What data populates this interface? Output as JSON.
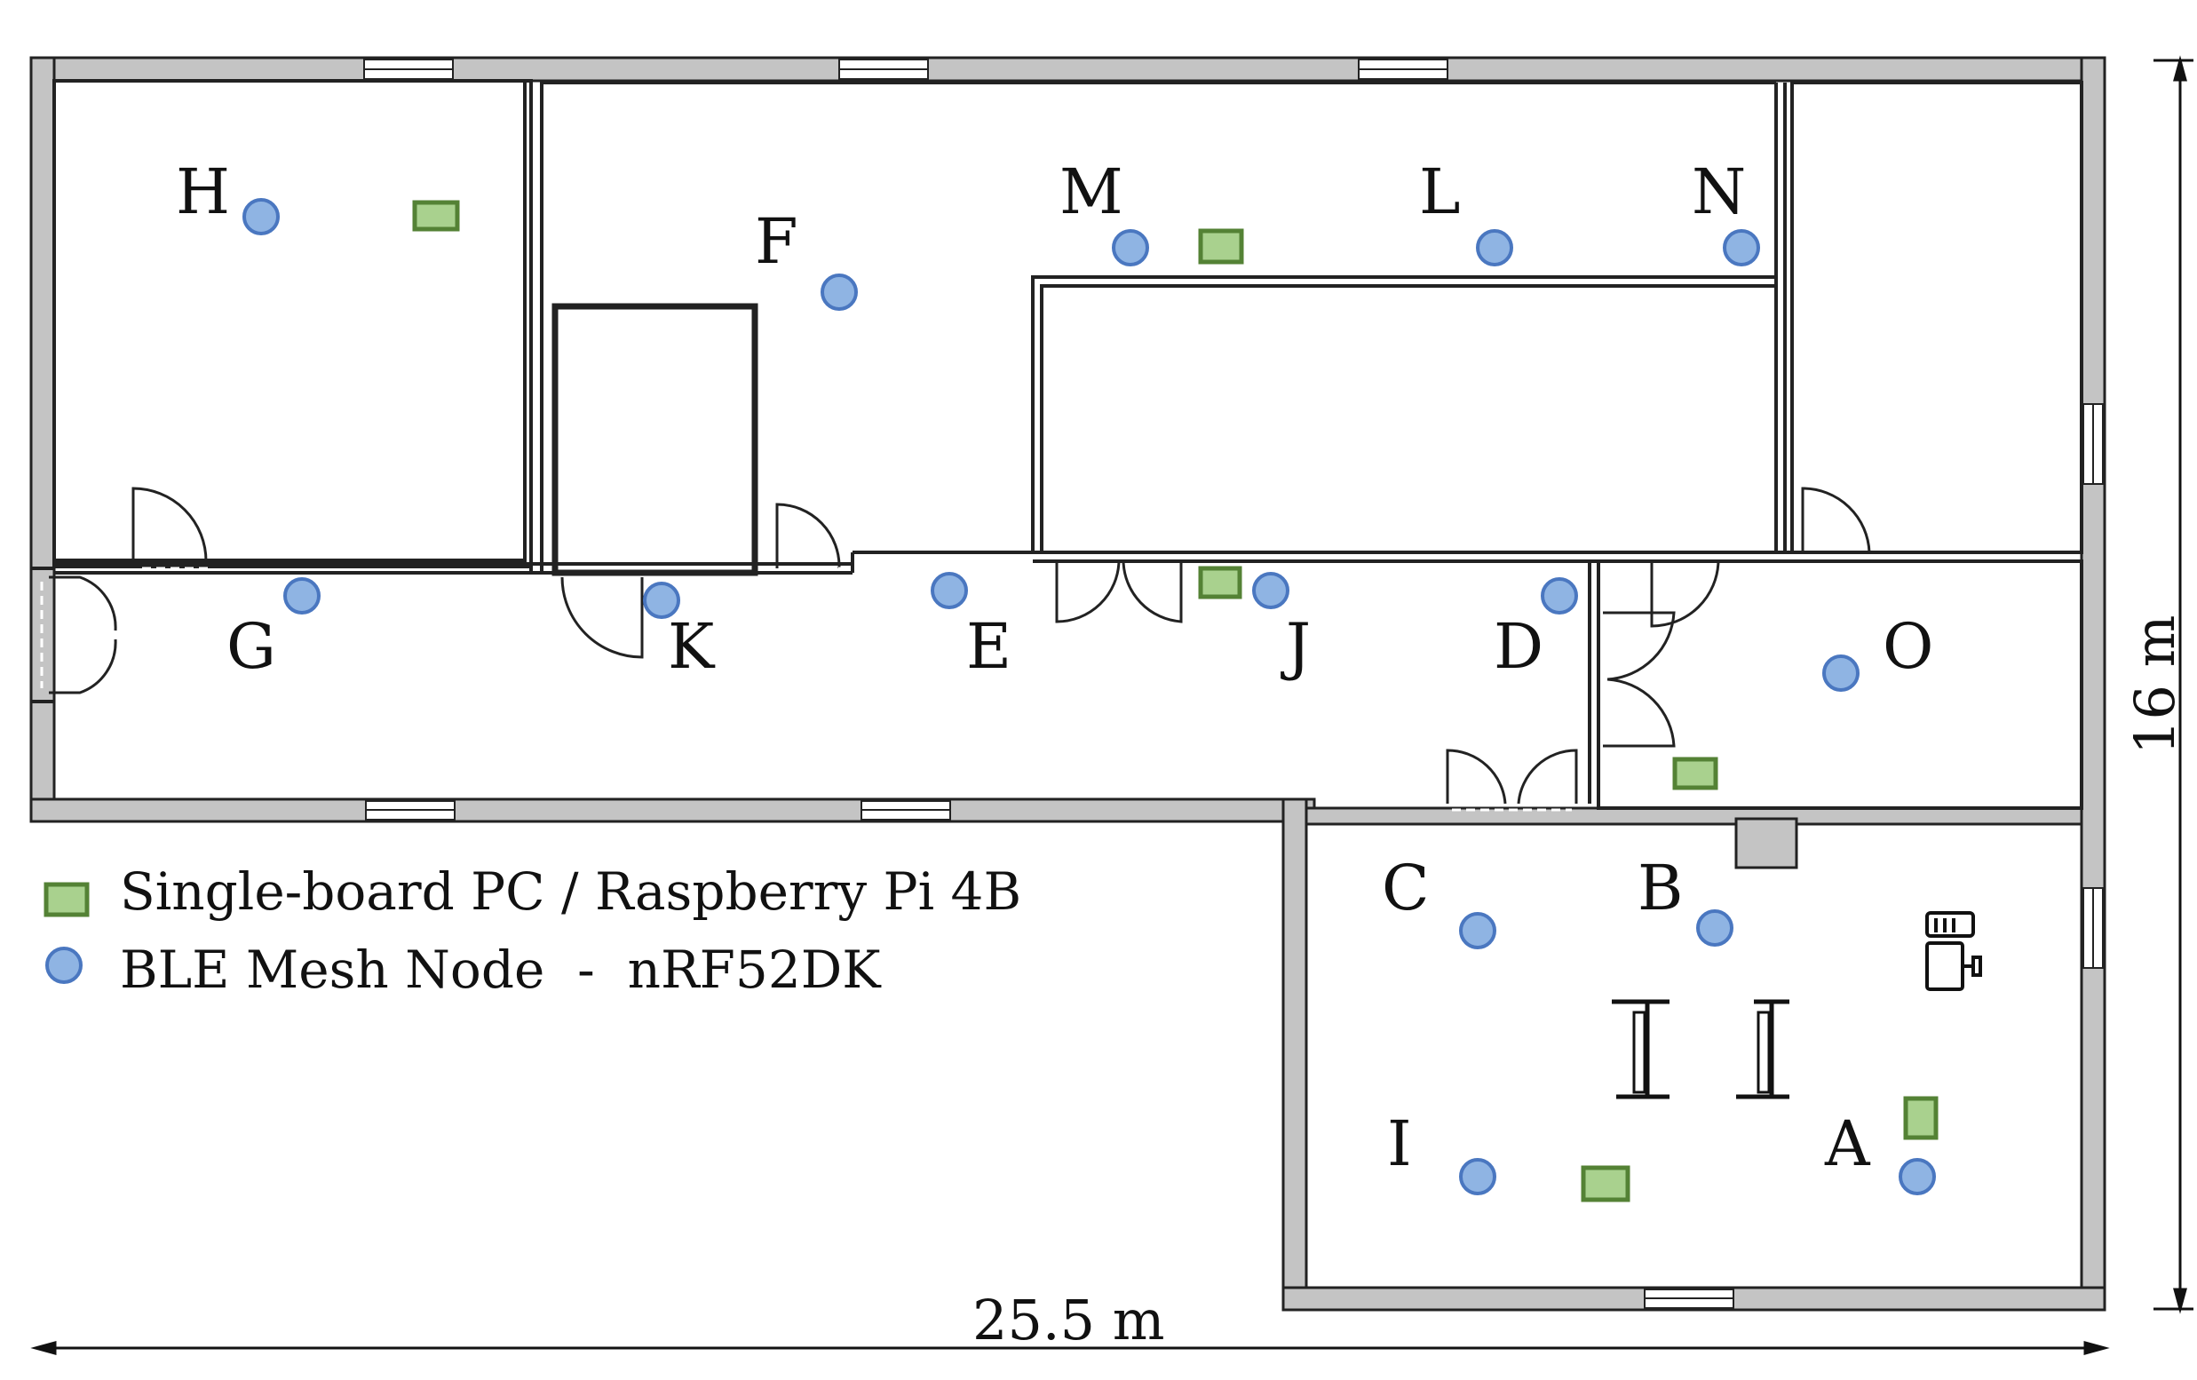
{
  "legend": {
    "sbc_label": "Single-board PC / Raspberry Pi 4B",
    "node_label": "BLE Mesh Node  -  nRF52DK"
  },
  "dimensions": {
    "width_label": "25.5 m",
    "height_label": "16 m"
  },
  "node_labels": {
    "H": "H",
    "F": "F",
    "M": "M",
    "L": "L",
    "N": "N",
    "G": "G",
    "K": "K",
    "E": "E",
    "J": "J",
    "D": "D",
    "O": "O",
    "C": "C",
    "B": "B",
    "I": "I",
    "A": "A"
  },
  "node_ids": [
    "H",
    "F",
    "M",
    "L",
    "N",
    "G",
    "K",
    "E",
    "J",
    "D",
    "O",
    "C",
    "B",
    "I",
    "A"
  ],
  "sbc_count": 6,
  "colors": {
    "wall_fill": "#c4c4c4",
    "wall_stroke": "#222222",
    "node_fill": "#8fb4e3",
    "node_stroke": "#4a77c0",
    "sbc_fill": "#a9d18e",
    "sbc_stroke": "#548235"
  },
  "icons": [
    "node-circle-icon",
    "sbc-rect-icon",
    "printer-icon",
    "door-swing-icon"
  ]
}
